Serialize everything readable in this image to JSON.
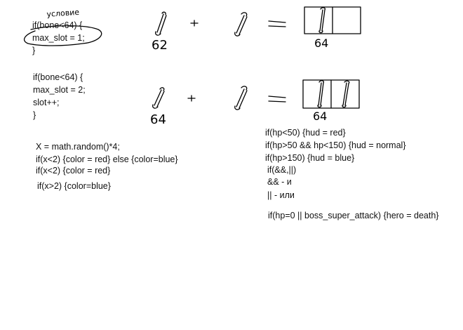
{
  "block1": {
    "annotation": "условие",
    "lines": [
      "if(bone<64) {",
      "max_slot = 1;",
      "}"
    ],
    "label_left": "62",
    "label_right": "64"
  },
  "block2": {
    "lines": [
      "if(bone<64) {",
      "max_slot = 2;",
      "slot++;",
      "}"
    ],
    "label_left": "64",
    "label_right": "64"
  },
  "block3": {
    "lines": [
      "X = math.random()*4;",
      "if(x<2) {color = red} else {color=blue}",
      "if(x<2) {color = red}",
      "if(x>2) {color=blue}"
    ]
  },
  "block4": {
    "lines": [
      "if(hp<50) {hud = red}",
      "if(hp>50 && hp<150) {hud = normal}",
      "if(hp>150) {hud = blue}",
      "if(&&,||)",
      "&& - и",
      "|| - или",
      "if(hp=0 || boss_super_attack) {hero = death}"
    ]
  },
  "colors": {
    "ink": "#000000",
    "text": "#111111",
    "background": "#ffffff"
  }
}
